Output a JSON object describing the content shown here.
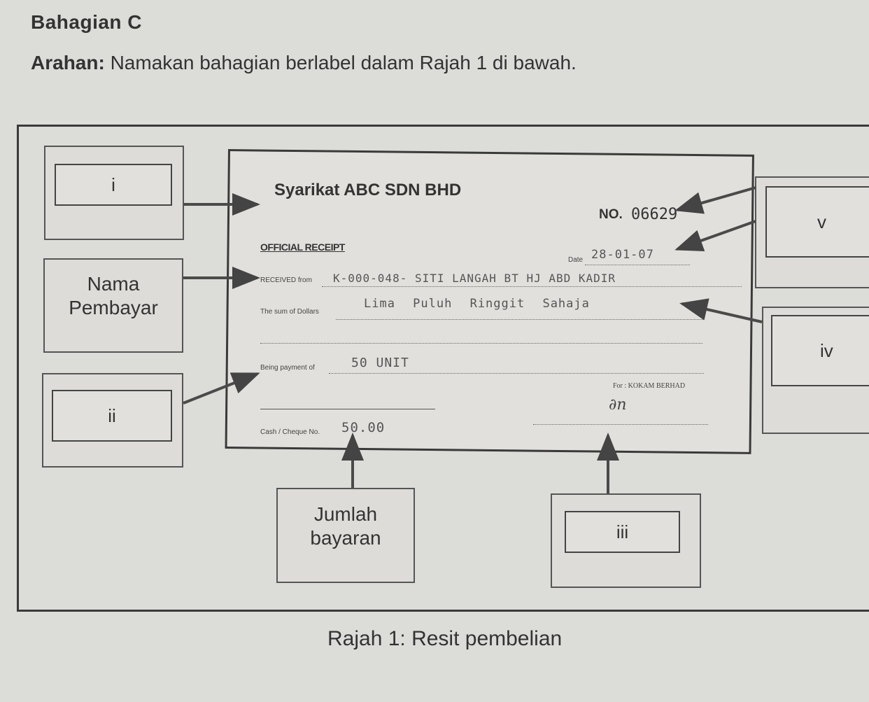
{
  "header": {
    "section_title": "Bahagian C",
    "instruction_label": "Arahan:",
    "instruction_text": " Namakan bahagian berlabel dalam Rajah 1 di bawah."
  },
  "labels": {
    "i": "i",
    "nama_line1": "Nama",
    "nama_line2": "Pembayar",
    "ii": "ii",
    "jumlah_line1": "Jumlah",
    "jumlah_line2": "bayaran",
    "iii": "iii",
    "iv": "iv",
    "v": "v"
  },
  "receipt": {
    "company": "Syarikat ABC SDN BHD",
    "no_label": "NO.",
    "no_value": "06629",
    "official": "OFFICIAL RECEIPT",
    "date_label": "Date",
    "date_value": "28-01-07",
    "received_label": "RECEIVED from",
    "received_value": "K-000-048- SITI LANGAH BT HJ ABD KADIR",
    "sum_label": "The sum of Dollars",
    "sum_value": "Lima Puluh Ringgit Sahaja",
    "payment_label": "Being payment of",
    "payment_value": "50 UNIT",
    "for_label": "For : KOKAM BERHAD",
    "cash_label": "Cash / Cheque No.",
    "cash_value": "50.00"
  },
  "caption": "Rajah 1: Resit pembelian"
}
